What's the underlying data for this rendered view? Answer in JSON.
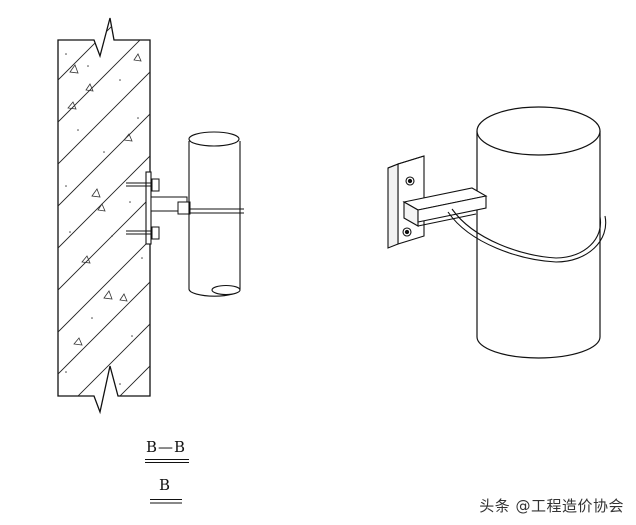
{
  "section_label": "B—B",
  "detail_label": "B",
  "watermark": "头条 @工程造价协会"
}
